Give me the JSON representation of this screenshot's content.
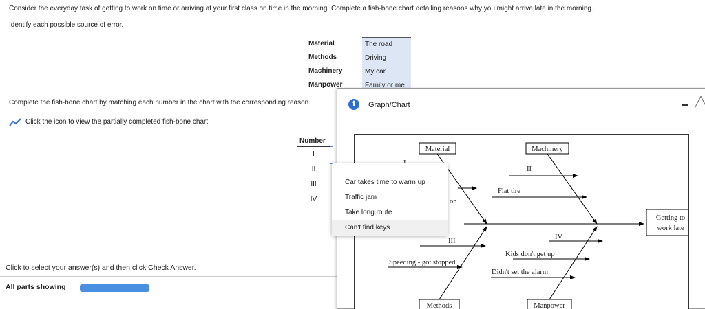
{
  "question": {
    "line1": "Consider the everyday task of getting to work on time or arriving at your first class on time in the morning. Complete a fish-bone chart detailing reasons why you might arrive late in the morning.",
    "line2": "Identify each possible source of error."
  },
  "mapping": {
    "categories": [
      "Material",
      "Methods",
      "Machinery",
      "Manpower"
    ],
    "sources": [
      "The road",
      "Driving",
      "My car",
      "Family or me"
    ]
  },
  "instruction": "Complete the fish-bone chart by matching each number in the chart with the corresponding reason.",
  "chart_link_label": "Click the icon to view the partially completed fish-bone chart.",
  "number_column": {
    "header": "Number",
    "items": [
      "I",
      "II",
      "III",
      "IV"
    ]
  },
  "dropdown": {
    "options": [
      "Car takes time to warm up",
      "Traffic jam",
      "Take long route",
      "Can't find keys"
    ],
    "highlighted_index": 3
  },
  "help_text": "Click to select your answer(s) and then click Check Answer.",
  "status": {
    "label": "All parts showing",
    "progress": 1.0,
    "color": "#4a90e2"
  },
  "window": {
    "title": "Graph/Chart",
    "info_icon": "i",
    "close_icon": "╱╲"
  },
  "fishbone": {
    "categories": {
      "material": "Material",
      "machinery": "Machinery",
      "methods": "Methods",
      "manpower": "Manpower"
    },
    "head_line1": "Getting to",
    "head_line2": "work late",
    "labels": {
      "num_1": "I",
      "num_2": "II",
      "num_3": "III",
      "num_4": "IV",
      "partial_on": "on",
      "flat_tire": "Flat tire",
      "speeding": "Speeding - got stopped",
      "kids": "Kids don't get up",
      "alarm": "Didn't set the alarm"
    }
  }
}
